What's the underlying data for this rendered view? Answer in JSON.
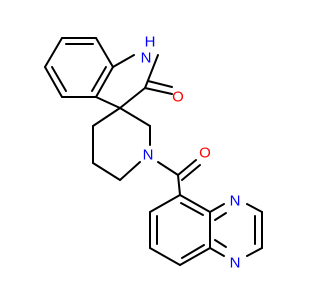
{
  "colors": {
    "bond": "#000000",
    "nitrogen": "#0000ff",
    "oxygen": "#ff0000",
    "background": "#ffffff"
  },
  "labels": {
    "nh": "NH",
    "nh_n": "N",
    "nh_h": "H",
    "lactam_o": "O",
    "piperidine_n": "N",
    "amide_o": "O",
    "quinox_n_top": "N",
    "quinox_n_bottom": "N"
  }
}
